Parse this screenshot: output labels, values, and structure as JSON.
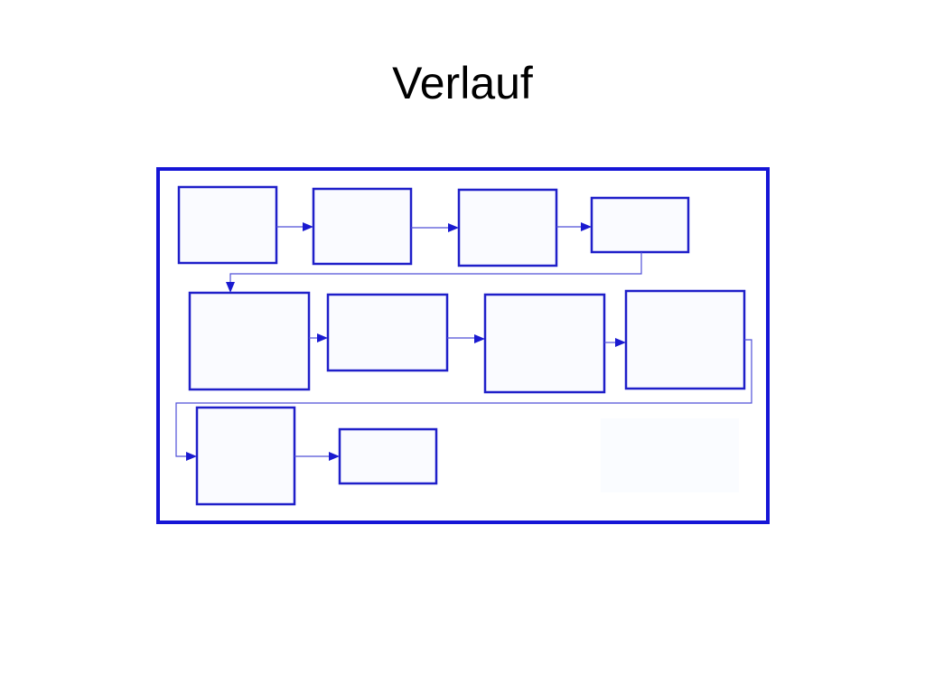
{
  "slide": {
    "title": "Verlauf"
  },
  "diagram": {
    "colors": {
      "frame": "#1515d6",
      "box_border": "#1f1fc9",
      "connector": "#4f4fd8",
      "box_fill": "#fafbff"
    },
    "steps": [
      {
        "id": "step-1"
      },
      {
        "id": "step-2"
      },
      {
        "id": "step-3"
      },
      {
        "id": "step-4"
      },
      {
        "id": "step-5"
      },
      {
        "id": "step-6"
      },
      {
        "id": "step-7"
      },
      {
        "id": "step-8"
      },
      {
        "id": "step-9"
      },
      {
        "id": "step-10"
      }
    ],
    "connections": [
      {
        "from": "step-1",
        "to": "step-2"
      },
      {
        "from": "step-2",
        "to": "step-3"
      },
      {
        "from": "step-3",
        "to": "step-4"
      },
      {
        "from": "step-4",
        "to": "step-5"
      },
      {
        "from": "step-5",
        "to": "step-6"
      },
      {
        "from": "step-6",
        "to": "step-7"
      },
      {
        "from": "step-7",
        "to": "step-8"
      },
      {
        "from": "step-8",
        "to": "step-9"
      },
      {
        "from": "step-9",
        "to": "step-10"
      }
    ]
  }
}
